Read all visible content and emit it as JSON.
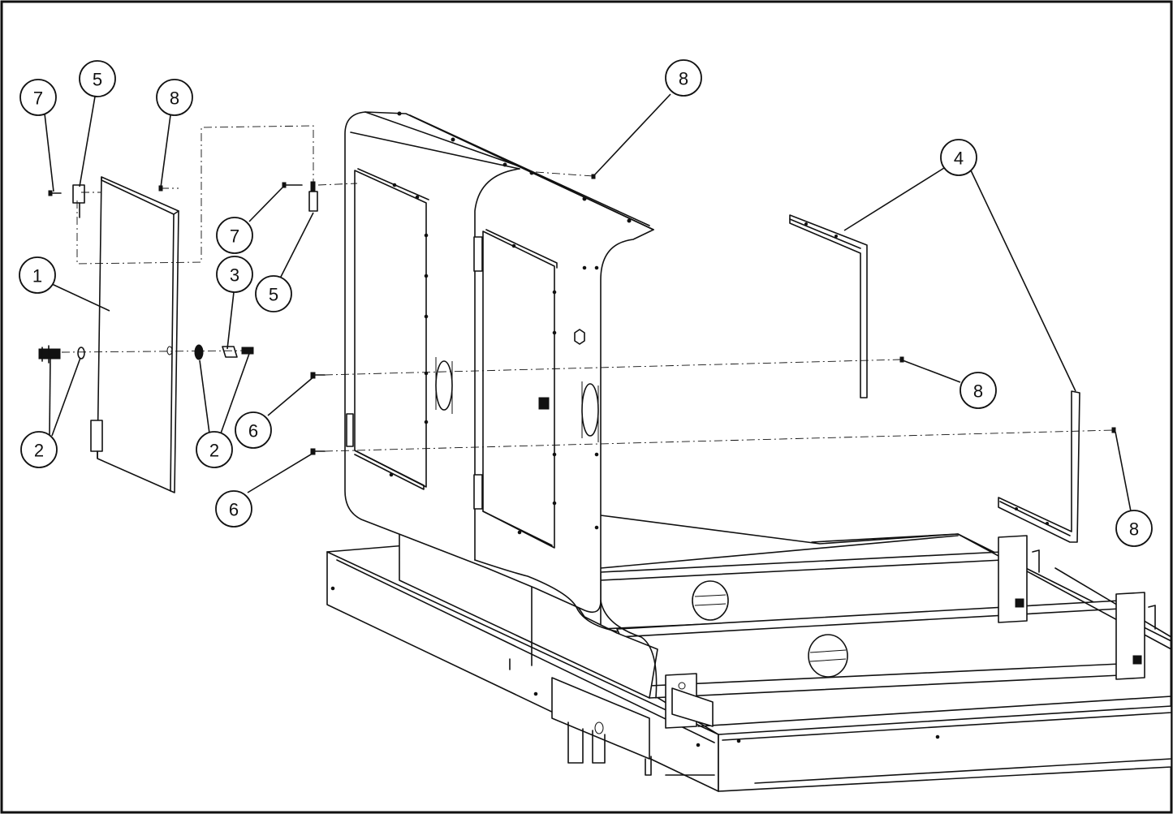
{
  "callouts": [
    {
      "label": "7"
    },
    {
      "label": "5"
    },
    {
      "label": "8"
    },
    {
      "label": "8"
    },
    {
      "label": "1"
    },
    {
      "label": "3"
    },
    {
      "label": "7"
    },
    {
      "label": "5"
    },
    {
      "label": "4"
    },
    {
      "label": "2"
    },
    {
      "label": "2"
    },
    {
      "label": "6"
    },
    {
      "label": "8"
    },
    {
      "label": "6"
    },
    {
      "label": "8"
    }
  ],
  "colors": {
    "line": "#111111",
    "background": "#ffffff"
  }
}
